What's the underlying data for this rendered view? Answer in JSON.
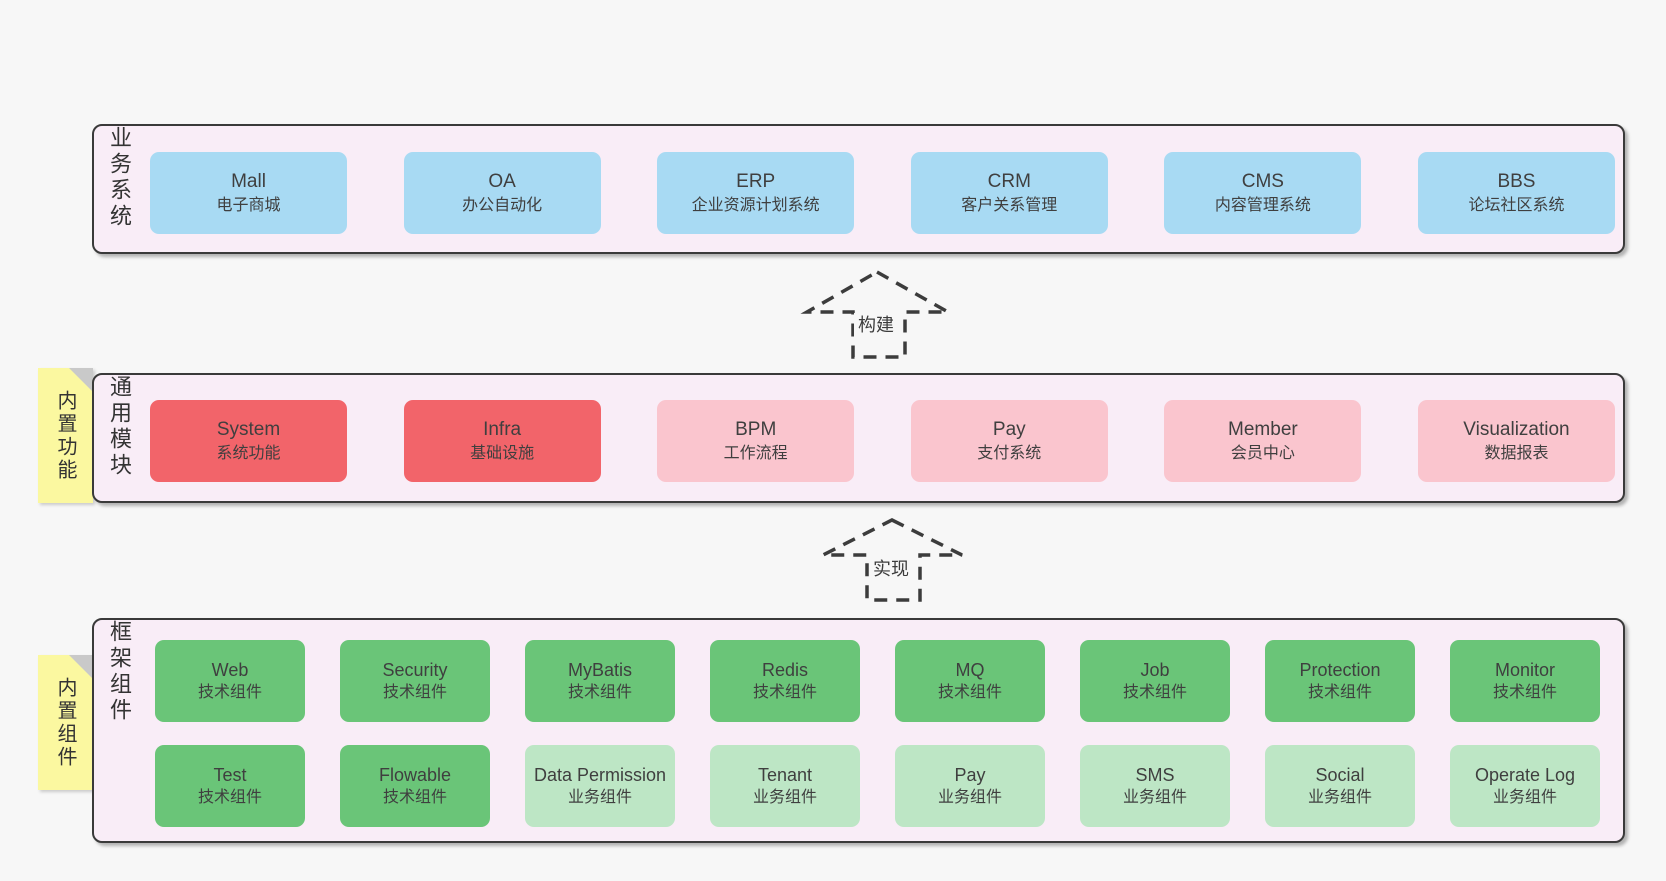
{
  "colors": {
    "page_bg": "#f7f7f7",
    "band_bg": "#f9edf7",
    "band_border": "#3a3a3a",
    "blue_box": "#a8daf3",
    "red_box": "#f2646a",
    "pink_box": "#fac5ce",
    "green_dark_box": "#6ac578",
    "green_light_box": "#bde6c5",
    "sticky_yellow": "#fbf8a0",
    "sticky_fold_gray": "#c9c9c9",
    "text": "#3e3e3e"
  },
  "bands": [
    {
      "label": "业务系统",
      "boxes": [
        {
          "title": "Mall",
          "subtitle": "电子商城"
        },
        {
          "title": "OA",
          "subtitle": "办公自动化"
        },
        {
          "title": "ERP",
          "subtitle": "企业资源计划系统"
        },
        {
          "title": "CRM",
          "subtitle": "客户关系管理"
        },
        {
          "title": "CMS",
          "subtitle": "内容管理系统"
        },
        {
          "title": "BBS",
          "subtitle": "论坛社区系统"
        }
      ]
    },
    {
      "label": "通用模块",
      "sticky": "内置功能",
      "boxes": [
        {
          "title": "System",
          "subtitle": "系统功能"
        },
        {
          "title": "Infra",
          "subtitle": "基础设施"
        },
        {
          "title": "BPM",
          "subtitle": "工作流程"
        },
        {
          "title": "Pay",
          "subtitle": "支付系统"
        },
        {
          "title": "Member",
          "subtitle": "会员中心"
        },
        {
          "title": "Visualization",
          "subtitle": "数据报表"
        }
      ]
    },
    {
      "label": "框架组件",
      "sticky": "内置组件",
      "rows": [
        [
          {
            "title": "Web",
            "subtitle": "技术组件"
          },
          {
            "title": "Security",
            "subtitle": "技术组件"
          },
          {
            "title": "MyBatis",
            "subtitle": "技术组件"
          },
          {
            "title": "Redis",
            "subtitle": "技术组件"
          },
          {
            "title": "MQ",
            "subtitle": "技术组件"
          },
          {
            "title": "Job",
            "subtitle": "技术组件"
          },
          {
            "title": "Protection",
            "subtitle": "技术组件"
          },
          {
            "title": "Monitor",
            "subtitle": "技术组件"
          }
        ],
        [
          {
            "title": "Test",
            "subtitle": "技术组件"
          },
          {
            "title": "Flowable",
            "subtitle": "技术组件"
          },
          {
            "title": "Data Permission",
            "subtitle": "业务组件"
          },
          {
            "title": "Tenant",
            "subtitle": "业务组件"
          },
          {
            "title": "Pay",
            "subtitle": "业务组件"
          },
          {
            "title": "SMS",
            "subtitle": "业务组件"
          },
          {
            "title": "Social",
            "subtitle": "业务组件"
          },
          {
            "title": "Operate Log",
            "subtitle": "业务组件"
          }
        ]
      ]
    }
  ],
  "arrows": [
    {
      "label": "构建"
    },
    {
      "label": "实现"
    }
  ]
}
